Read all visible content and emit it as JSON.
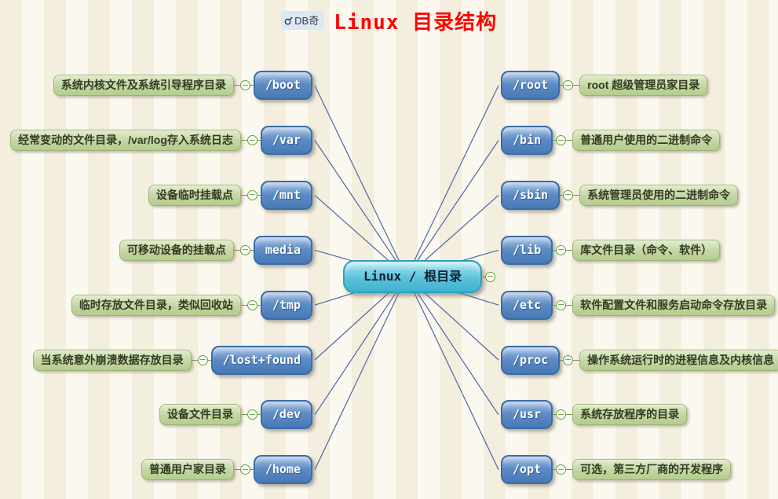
{
  "header": {
    "badge_text": "DB奇",
    "title": "Linux 目录结构"
  },
  "icons": {
    "collapse": "−",
    "brand": "⚲"
  },
  "root": {
    "label": "Linux / 根目录"
  },
  "branches": {
    "left": [
      {
        "node": "/boot",
        "desc": "系统内核文件及系统引导程序目录"
      },
      {
        "node": "/var",
        "desc": "经常变动的文件目录，/var/log存入系统日志"
      },
      {
        "node": "/mnt",
        "desc": "设备临时挂载点"
      },
      {
        "node": "media",
        "desc": "可移动设备的挂载点"
      },
      {
        "node": "/tmp",
        "desc": "临时存放文件目录，类似回收站"
      },
      {
        "node": "/lost+found",
        "desc": "当系统意外崩溃数据存放目录"
      },
      {
        "node": "/dev",
        "desc": "设备文件目录"
      },
      {
        "node": "/home",
        "desc": "普通用户家目录"
      }
    ],
    "right": [
      {
        "node": "/root",
        "desc": "root 超级管理员家目录"
      },
      {
        "node": "/bin",
        "desc": "普通用户使用的二进制命令"
      },
      {
        "node": "/sbin",
        "desc": "系统管理员使用的二进制命令"
      },
      {
        "node": "/lib",
        "desc": "库文件目录（命令、软件）"
      },
      {
        "node": "/etc",
        "desc": "软件配置文件和服务启动命令存放目录"
      },
      {
        "node": "/proc",
        "desc": "操作系统运行时的进程信息及内核信息"
      },
      {
        "node": "/usr",
        "desc": "系统存放程序的目录"
      },
      {
        "node": "/opt",
        "desc": "可选，第三方厂商的开发程序"
      }
    ]
  },
  "colors": {
    "title_red": "#fe0000",
    "node_blue": "#4e7fbd",
    "label_green": "#bdd29b",
    "root_cyan": "#55bdd8",
    "wire_navy": "#4f67a3",
    "collapse_green": "#5ea43a"
  }
}
